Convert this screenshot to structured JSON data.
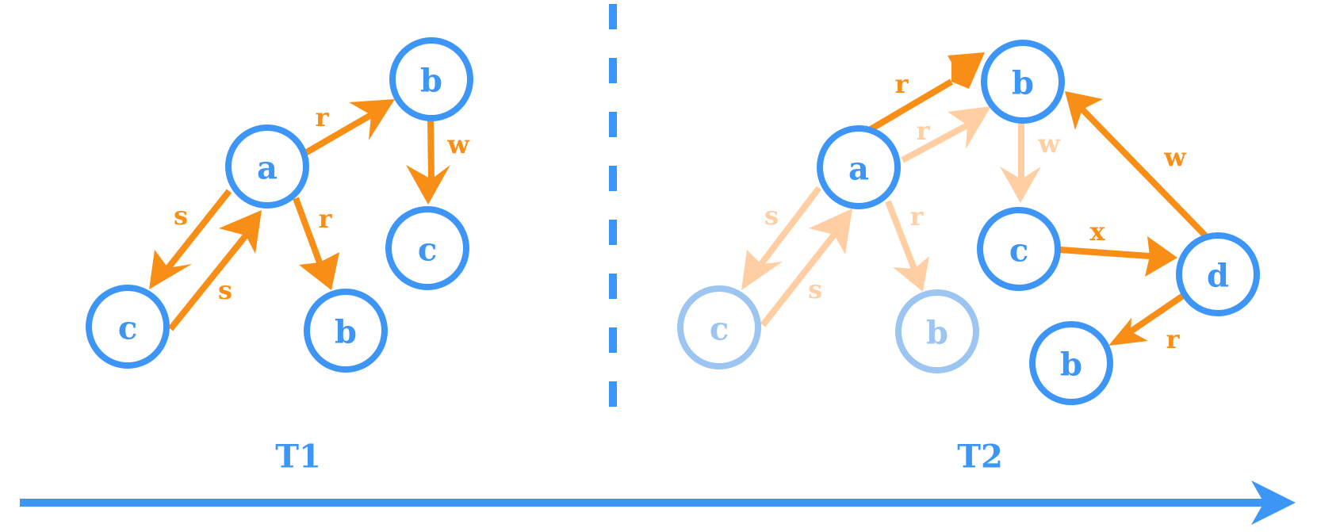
{
  "colors": {
    "node": "#3d95f5",
    "node_faded": "#9cc5f2",
    "edge": "#f98e17",
    "edge_faded": "#ffcfa3",
    "divider": "#3d95f5",
    "timeline": "#3d95f5"
  },
  "time_labels": {
    "t1": "T1",
    "t2": "T2"
  },
  "nodes": {
    "t1_a": "a",
    "t1_b_top": "b",
    "t1_c_right": "c",
    "t1_c_left": "c",
    "t1_b_bottom": "b",
    "t2_a": "a",
    "t2_b_top": "b",
    "t2_c_mid": "c",
    "t2_d": "d",
    "t2_b_right": "b",
    "t2_c_left": "c",
    "t2_b_bottom": "b"
  },
  "edges": {
    "t1_a_b_top": "r",
    "t1_b_top_c": "w",
    "t1_a_c": "s",
    "t1_c_a": "s",
    "t1_a_b_bottom": "r",
    "t2_a_b_top_new": "r",
    "t2_a_b_top_old": "r",
    "t2_b_top_c_old": "w",
    "t2_a_c_old": "s",
    "t2_c_a_old": "s",
    "t2_a_b_bottom_old": "r",
    "t2_c_d": "x",
    "t2_d_b_top": "w",
    "t2_d_b_right": "r"
  }
}
